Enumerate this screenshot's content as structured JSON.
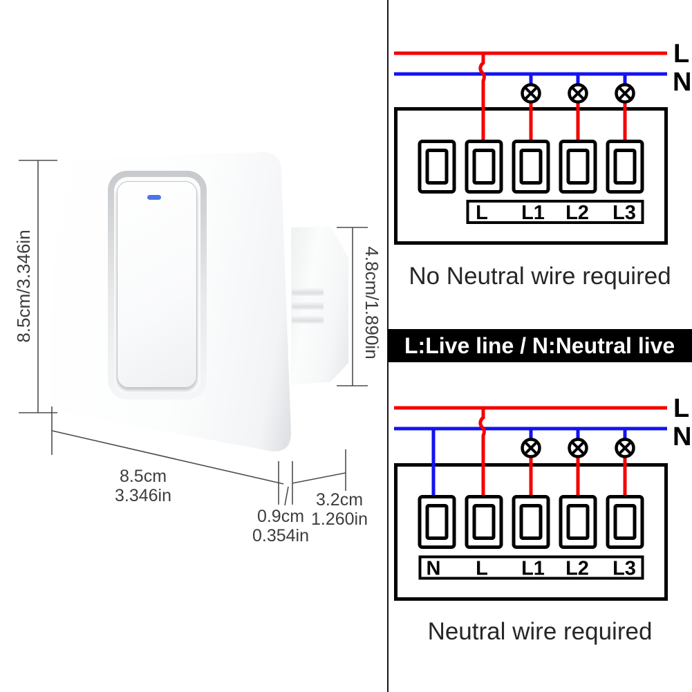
{
  "product_dimensions": {
    "height_label": "8.5cm/3.346in",
    "depth_label": "4.8cm/1.890in",
    "width_cm": "8.5cm",
    "width_in": "3.346in",
    "frame_cm": "0.9cm",
    "frame_in": "0.354in",
    "depth2_cm": "3.2cm",
    "depth2_in": "1.260in"
  },
  "legend_banner": {
    "label": "L:Live line / N:Neutral live"
  },
  "wiring_no_neutral": {
    "live_label": "L",
    "neutral_label": "N",
    "terminal_labels": [
      "L",
      "L1",
      "L2",
      "L3"
    ],
    "caption": "No Neutral wire required"
  },
  "wiring_with_neutral": {
    "live_label": "L",
    "neutral_label": "N",
    "terminal_labels": [
      "N",
      "L",
      "L1",
      "L2",
      "L3"
    ],
    "caption": "Neutral wire required"
  },
  "icons": {
    "lamp_icon": "circle-with-cross lamp symbol",
    "led_indicator": "blue status bar on rocker"
  },
  "colors": {
    "wire_live": "#f40000",
    "wire_neutral": "#1313ef",
    "diagram_line": "#000000",
    "banner_bg": "#000000",
    "banner_text": "#ffffff",
    "dimension_line": "#4c4c4c",
    "dimension_text": "#3d3d3d",
    "caption_text": "#262626",
    "led_indicator": "#4d74e6"
  }
}
